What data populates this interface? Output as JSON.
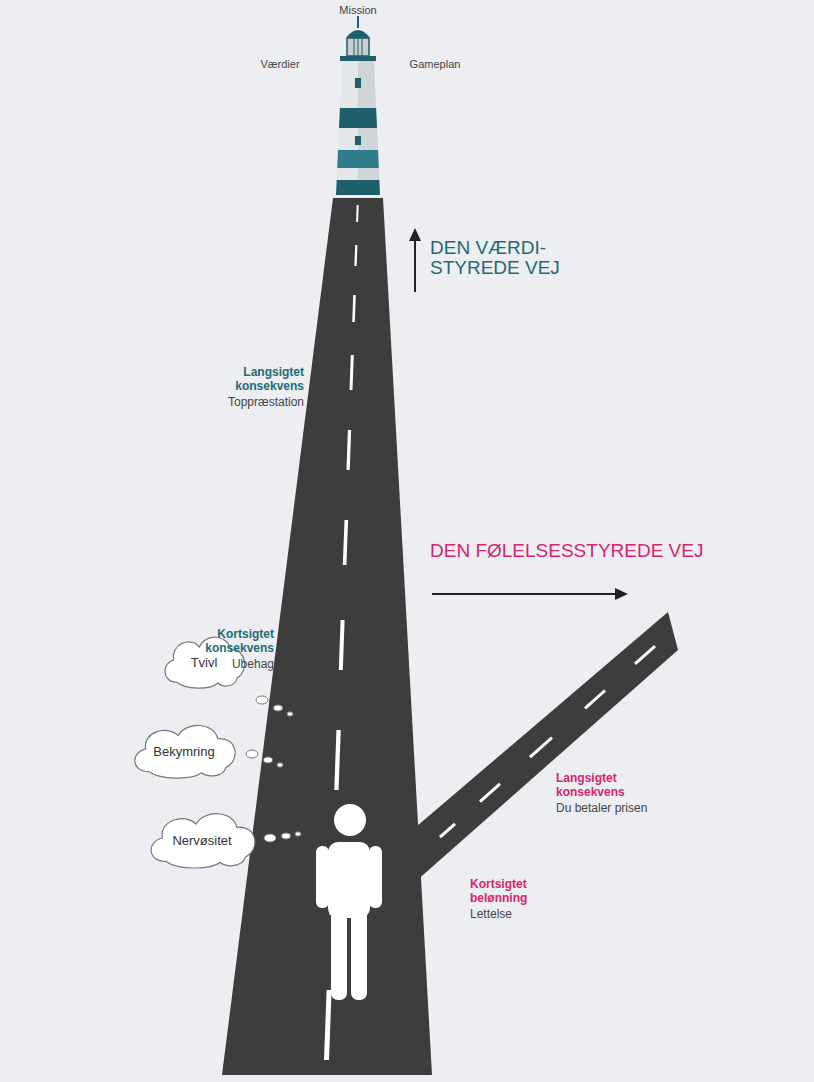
{
  "diagram": {
    "nodes": [
      {
        "text": [
          "Tvivl"
        ]
      },
      {
        "text": [
          "Bekymring"
        ]
      },
      {
        "text": [
          "Nervøsitet"
        ]
      }
    ],
    "labels": [
      "Mission",
      "Værdier",
      "Gameplan",
      "DEN VÆRDI- STYREDE VEJ",
      "Langsigtet konsekvens",
      "Toppræstation",
      "Kortsigtet konsekvens",
      "Ubehag",
      "DEN FØLELSESSTYREDE VEJ",
      "Langsigtet konsekvens",
      "Du betaler prisen",
      "Kortsigtet belønning",
      "Lettelse"
    ]
  }
}
